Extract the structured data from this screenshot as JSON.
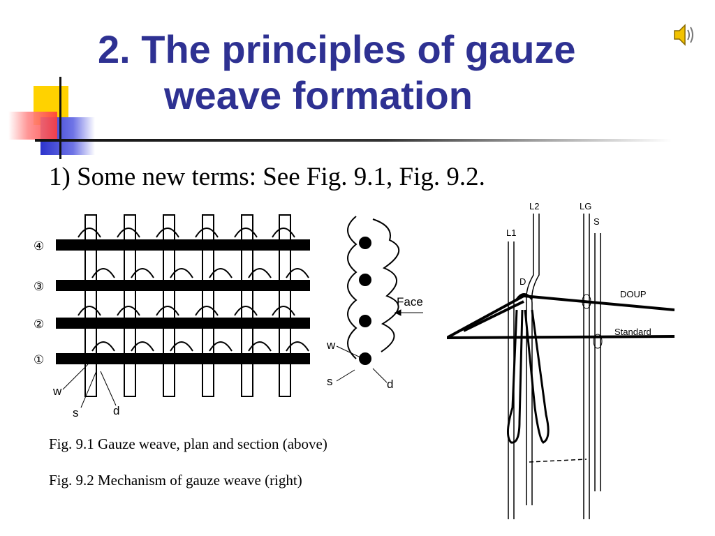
{
  "slide": {
    "title_line1": "2. The principles of gauze",
    "title_line2": "weave formation",
    "subtitle": "1) Some new terms: See Fig. 9.1, Fig. 9.2.",
    "caption1": "Fig. 9.1 Gauze weave, plan and section (above)",
    "caption2": "Fig. 9.2 Mechanism of gauze weave (right)"
  },
  "fig1": {
    "pick_labels": [
      "④",
      "③",
      "②",
      "①"
    ],
    "face_label": "Face",
    "plan_labels": {
      "w": "w",
      "s": "s",
      "d": "d"
    },
    "section_labels": {
      "w": "w",
      "s": "s",
      "d": "d"
    }
  },
  "fig2": {
    "labels": {
      "L1": "L1",
      "L2": "L2",
      "LG": "LG",
      "S": "S",
      "D": "D",
      "doup": "DOUP",
      "standard": "Standard"
    }
  },
  "icons": [
    "speaker-icon"
  ],
  "colors": {
    "title": "#2E3192",
    "deco_yellow": "#FFD200",
    "deco_blue": "#2B33CC",
    "deco_red": "#FF3B3B"
  }
}
